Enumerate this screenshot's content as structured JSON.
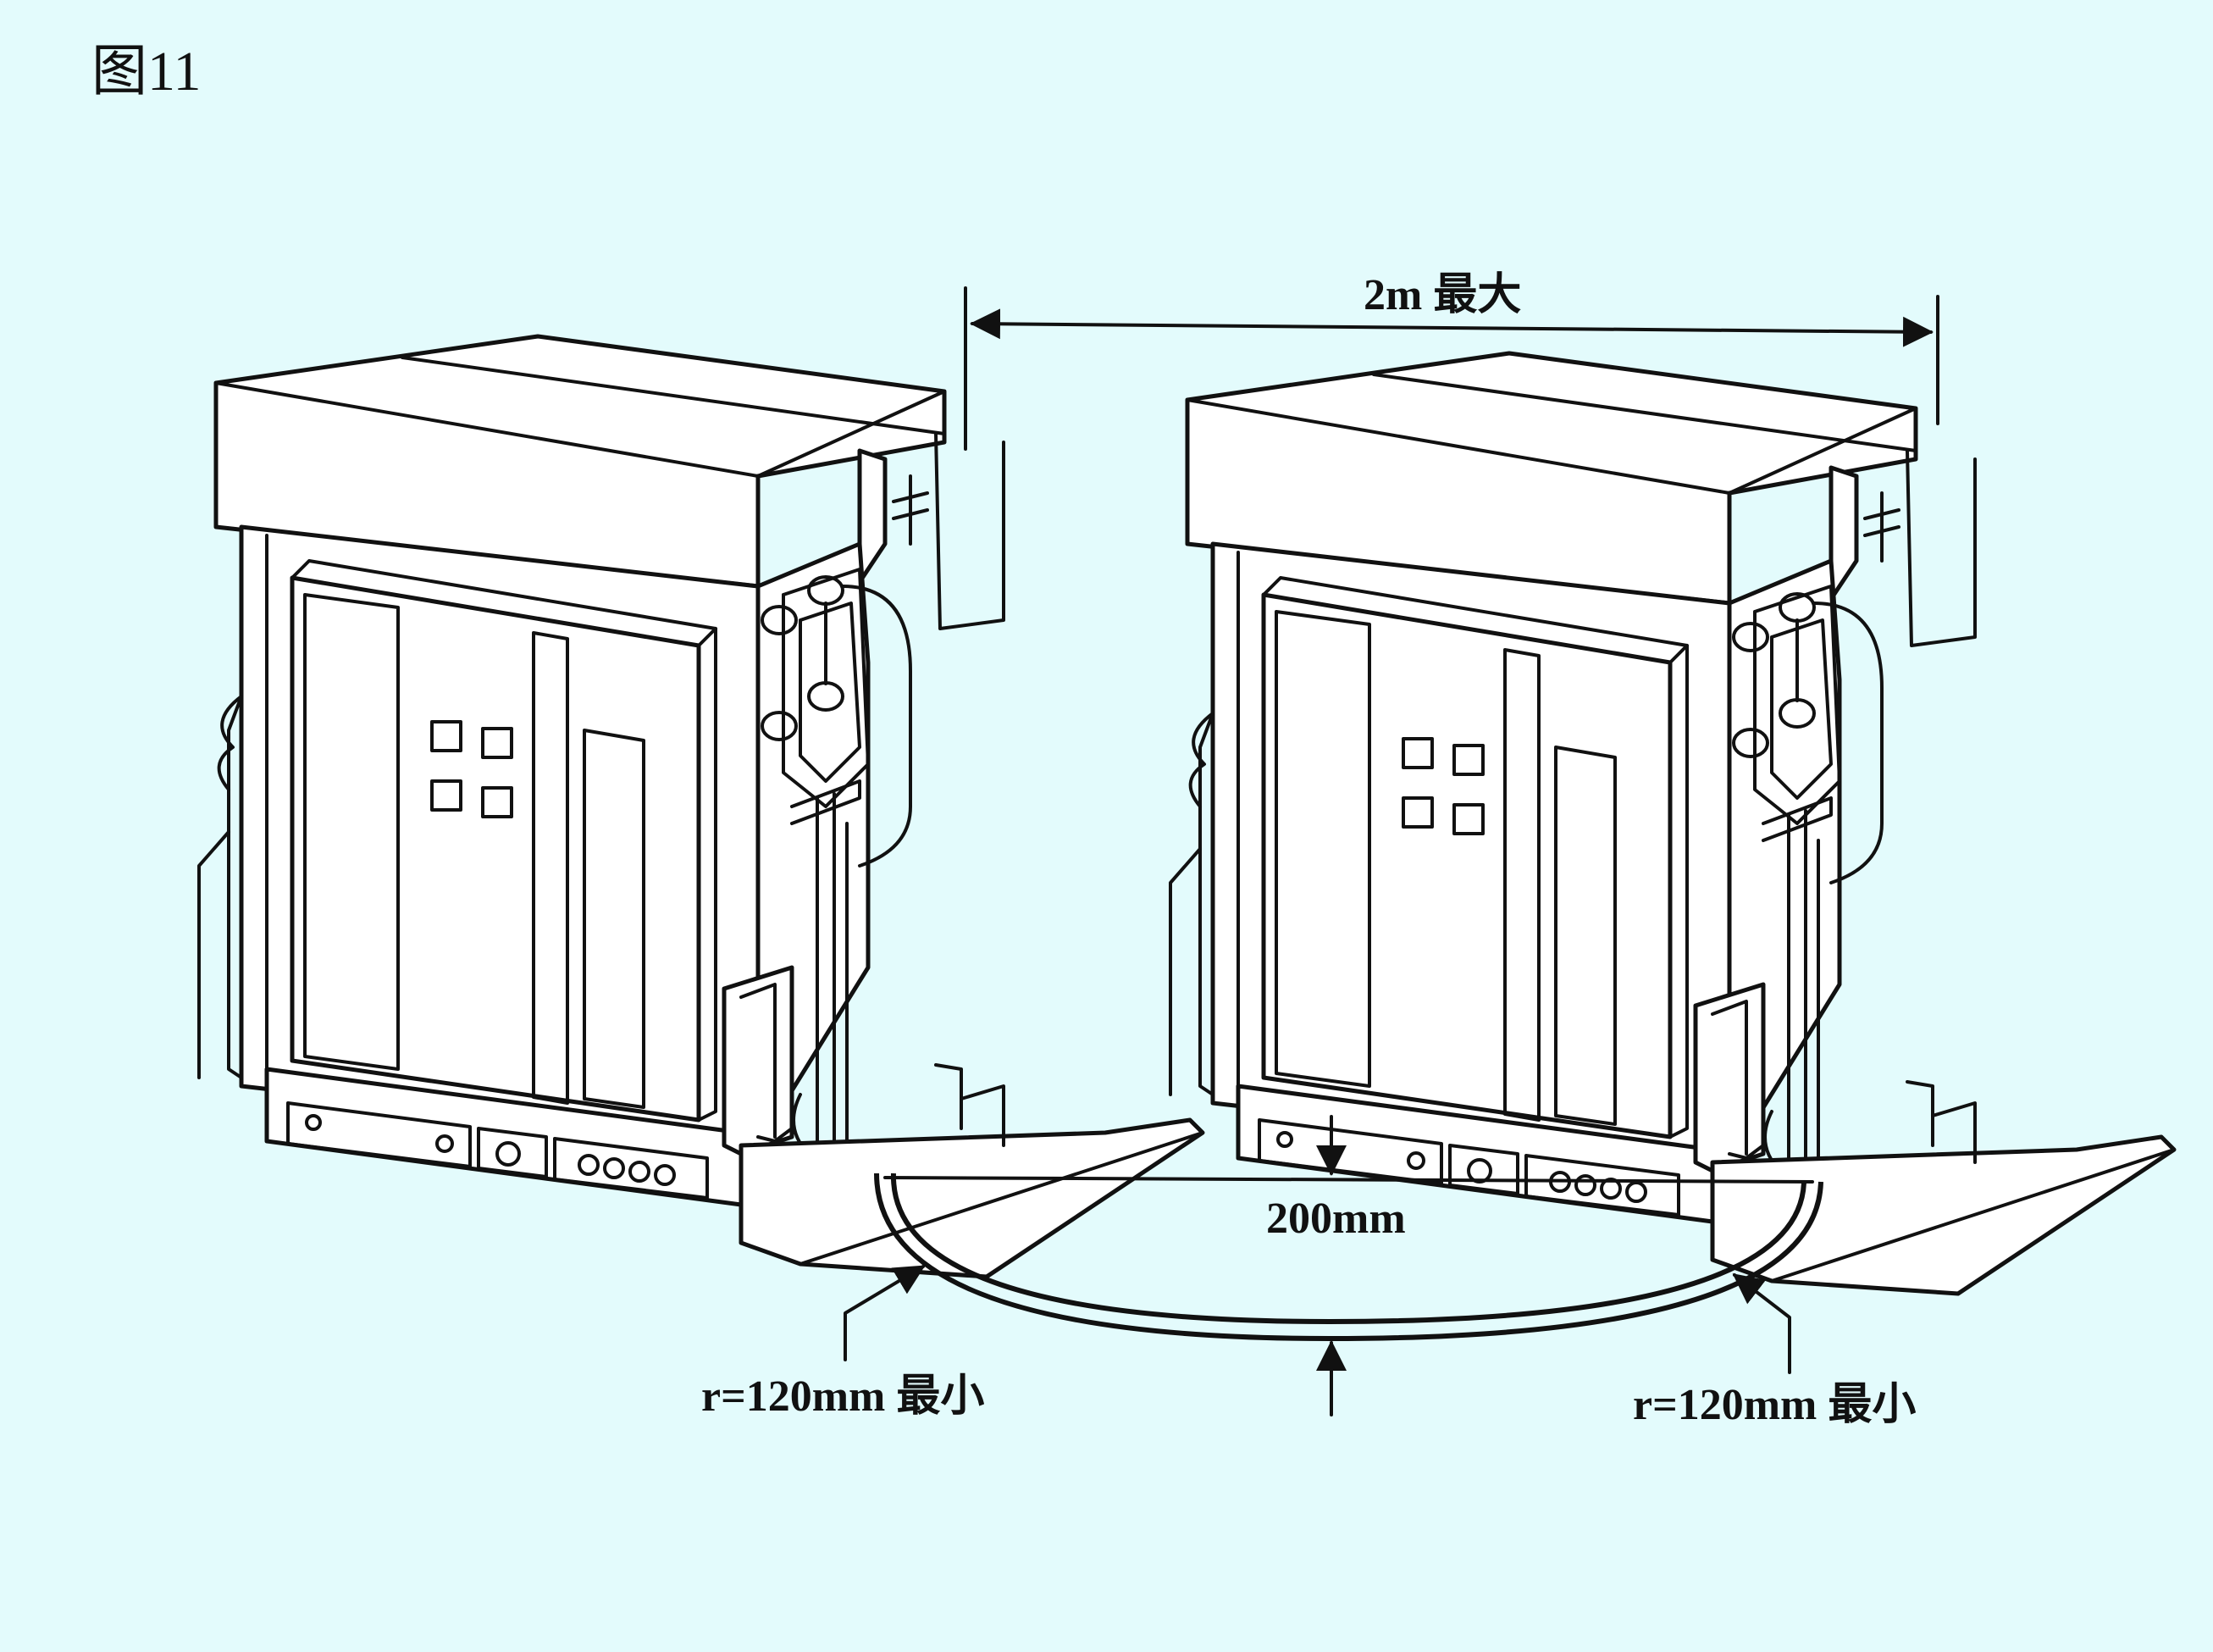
{
  "figure": {
    "label": "图11"
  },
  "dimensions": {
    "max_distance": "2m 最大",
    "cable_gap": "200mm",
    "left_bend_radius": "r=120mm 最小",
    "right_bend_radius": "r=120mm 最小"
  },
  "colors": {
    "background": "#e3fbfc",
    "line": "#111111",
    "body": "#ffffff"
  }
}
